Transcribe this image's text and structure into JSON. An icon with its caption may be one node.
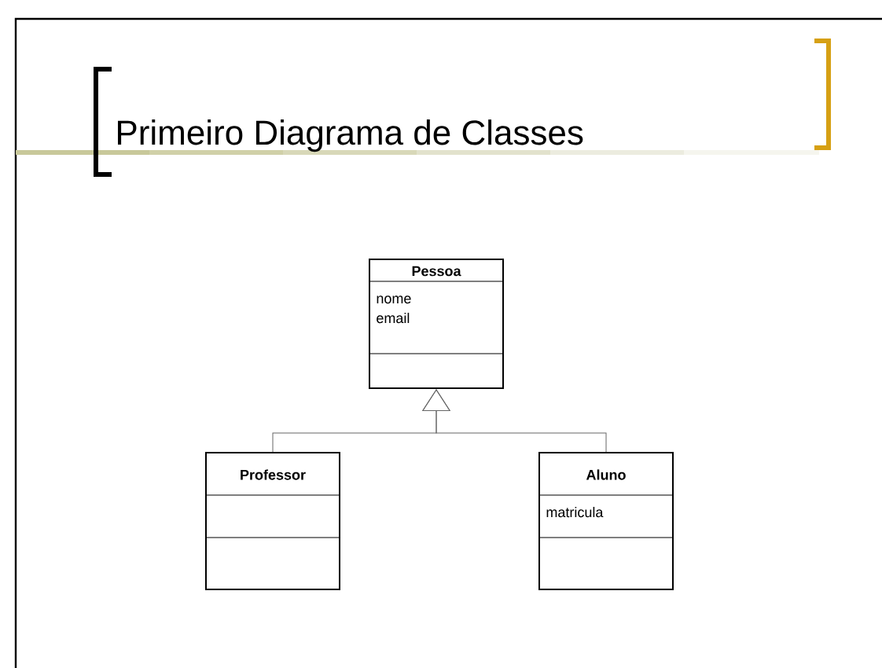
{
  "diagram": {
    "title": "Primeiro Diagrama de Classes",
    "nodes": [
      {
        "text": [
          "Pessoa",
          "nome",
          "email"
        ]
      },
      {
        "text": [
          "Professor"
        ]
      },
      {
        "text": [
          "Aluno",
          "matricula"
        ]
      }
    ],
    "edges": [
      {
        "from": 1,
        "to": 0,
        "arrow": "to"
      },
      {
        "from": 2,
        "to": 0,
        "arrow": "to"
      }
    ]
  }
}
